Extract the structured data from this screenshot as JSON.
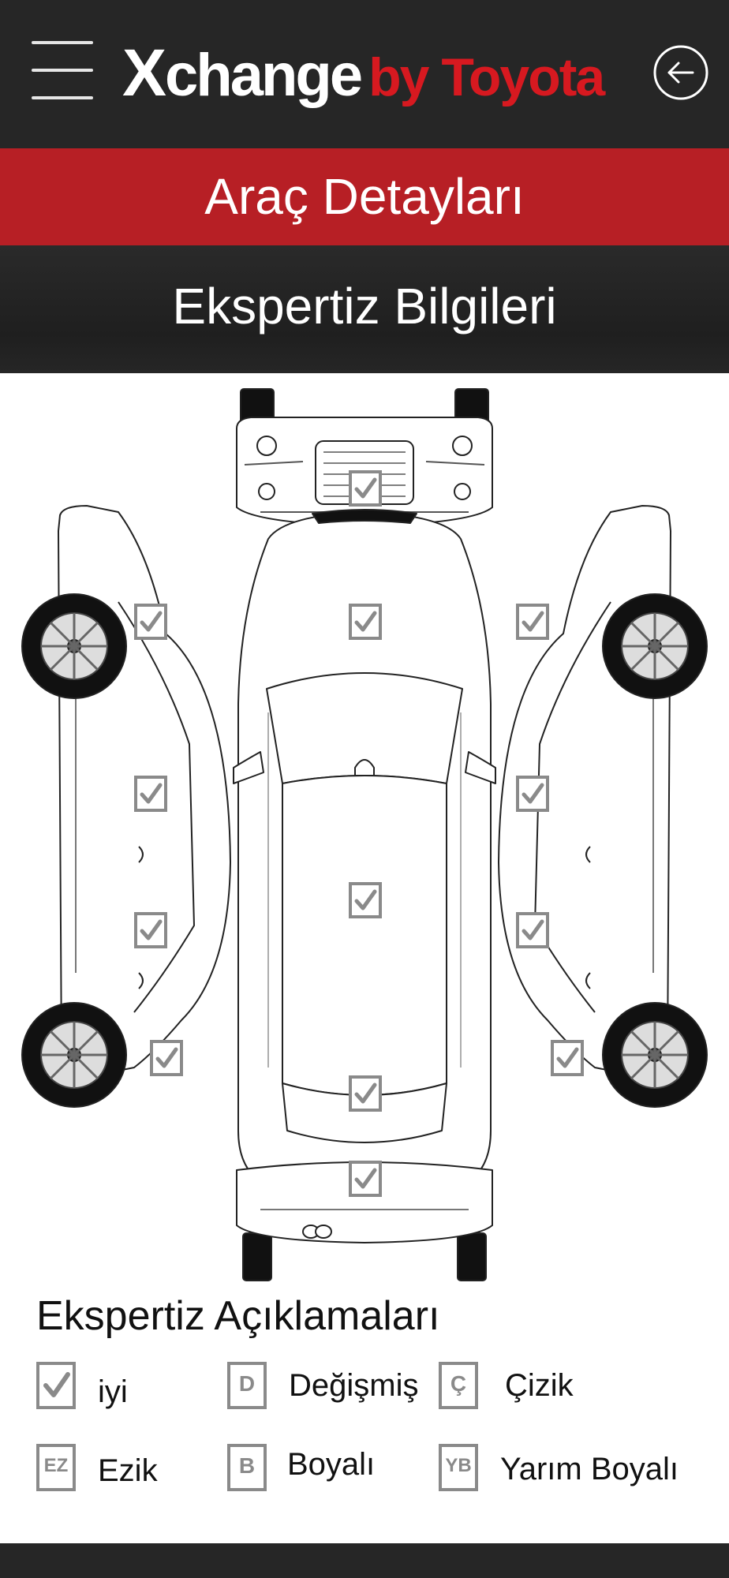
{
  "header": {
    "logo_prefix": "X",
    "logo_main": "change",
    "logo_suffix": "by Toyota",
    "brand_red": "#d71920",
    "bar_dark": "#262626"
  },
  "page_title": "Araç Detayları",
  "section_title": "Ekspertiz Bilgileri",
  "section_red": "#b71f25",
  "legend": {
    "title": "Ekspertiz Açıklamaları",
    "items": [
      {
        "code": "",
        "label": "iyi"
      },
      {
        "code": "D",
        "label": "Değişmiş"
      },
      {
        "code": "Ç",
        "label": "Çizik"
      },
      {
        "code": "EZ",
        "label": "Ezik"
      },
      {
        "code": "B",
        "label": "Boyalı"
      },
      {
        "code": "YB",
        "label": "Yarım Boyalı"
      }
    ]
  },
  "icons": {
    "menu": "hamburger-menu-icon",
    "back": "back-arrow-icon",
    "status_ok": "checkmark-box-icon"
  }
}
